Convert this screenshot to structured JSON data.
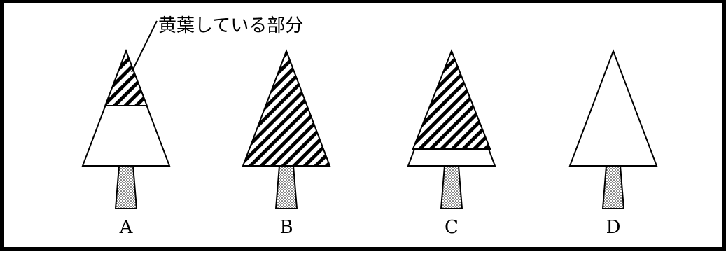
{
  "callout": {
    "text": "黄葉している部分"
  },
  "trees": [
    {
      "label": "A",
      "yellowed": "top_portion"
    },
    {
      "label": "B",
      "yellowed": "entire"
    },
    {
      "label": "C",
      "yellowed": "most_except_bottom"
    },
    {
      "label": "D",
      "yellowed": "none"
    }
  ],
  "legend_patterns": {
    "yellowed": "diagonal-hatch",
    "trunk": "dotted-fill"
  },
  "colors": {
    "stroke": "#000000",
    "background": "#ffffff"
  }
}
